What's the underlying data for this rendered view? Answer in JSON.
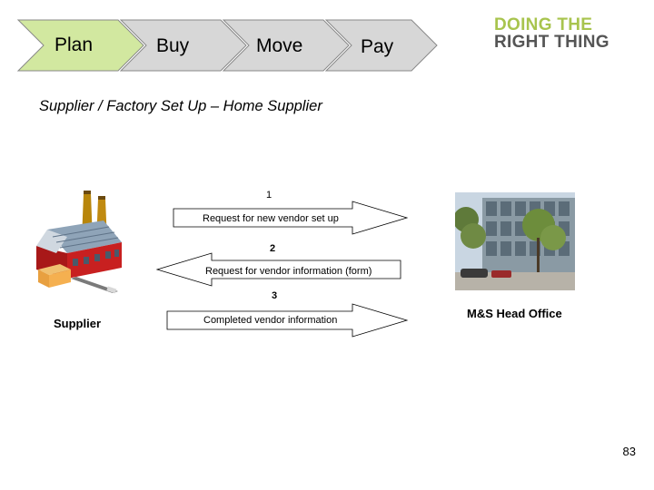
{
  "nav": {
    "steps": [
      {
        "label": "Plan",
        "active": true,
        "color": "#d2e8a0"
      },
      {
        "label": "Buy",
        "active": false,
        "color": "#d7d7d7"
      },
      {
        "label": "Move",
        "active": false,
        "color": "#d7d7d7"
      },
      {
        "label": "Pay",
        "active": false,
        "color": "#d7d7d7"
      }
    ]
  },
  "brand": {
    "line1": "DOING THE",
    "line2": "RIGHT THING",
    "color1": "#a8c44e",
    "color2": "#555555"
  },
  "title": "Supplier / Factory Set Up  – Home Supplier",
  "flow": {
    "steps": [
      {
        "number": "1",
        "text": "Request for new vendor set up",
        "direction": "right"
      },
      {
        "number": "2",
        "text": "Request for vendor information (form)",
        "direction": "left"
      },
      {
        "number": "3",
        "text": "Completed vendor information",
        "direction": "right"
      }
    ]
  },
  "supplier_label": "Supplier",
  "office_label": "M&S Head Office",
  "page_number": "83"
}
